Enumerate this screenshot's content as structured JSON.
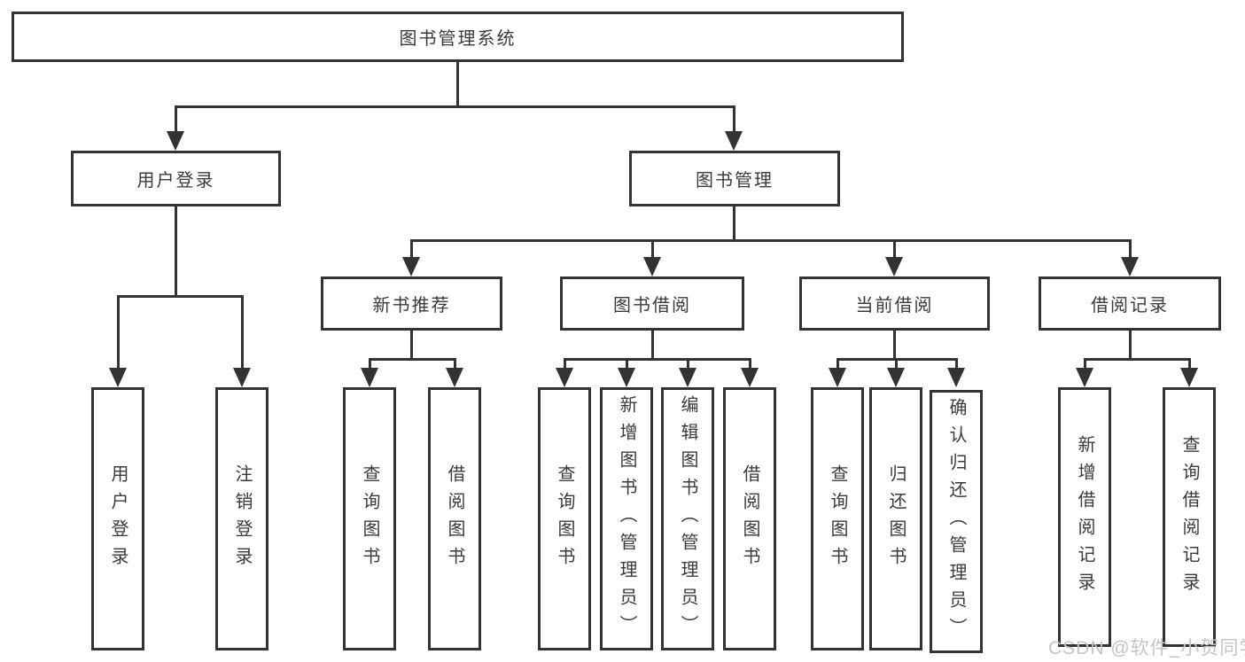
{
  "diagram": {
    "root": {
      "label": "图书管理系统"
    },
    "user_login": {
      "label": "用户登录",
      "children": {
        "login": {
          "label": "用户登录"
        },
        "logout": {
          "label": "注销登录"
        }
      }
    },
    "book_mgmt": {
      "label": "图书管理",
      "children": {
        "new_book_rec": {
          "label": "新书推荐",
          "children": {
            "query": {
              "label": "查询图书"
            },
            "borrow": {
              "label": "借阅图书"
            }
          }
        },
        "book_borrow": {
          "label": "图书借阅",
          "children": {
            "query": {
              "label": "查询图书"
            },
            "add": {
              "label": "新增图书（管理员）"
            },
            "edit": {
              "label": "编辑图书（管理员）"
            },
            "borrow": {
              "label": "借阅图书"
            }
          }
        },
        "current_borrow": {
          "label": "当前借阅",
          "children": {
            "query": {
              "label": "查询图书"
            },
            "return": {
              "label": "归还图书"
            },
            "confirm": {
              "label": "确认归还（管理员）"
            }
          }
        },
        "borrow_record": {
          "label": "借阅记录",
          "children": {
            "add": {
              "label": "新增借阅记录"
            },
            "query": {
              "label": "查询借阅记录"
            }
          }
        }
      }
    }
  },
  "watermark": {
    "text": "CSDN @软件_小贺同学"
  },
  "colors": {
    "line": "#333333",
    "text": "#3a3a3a",
    "watermark": "#c4c4c4",
    "background": "#ffffff"
  }
}
